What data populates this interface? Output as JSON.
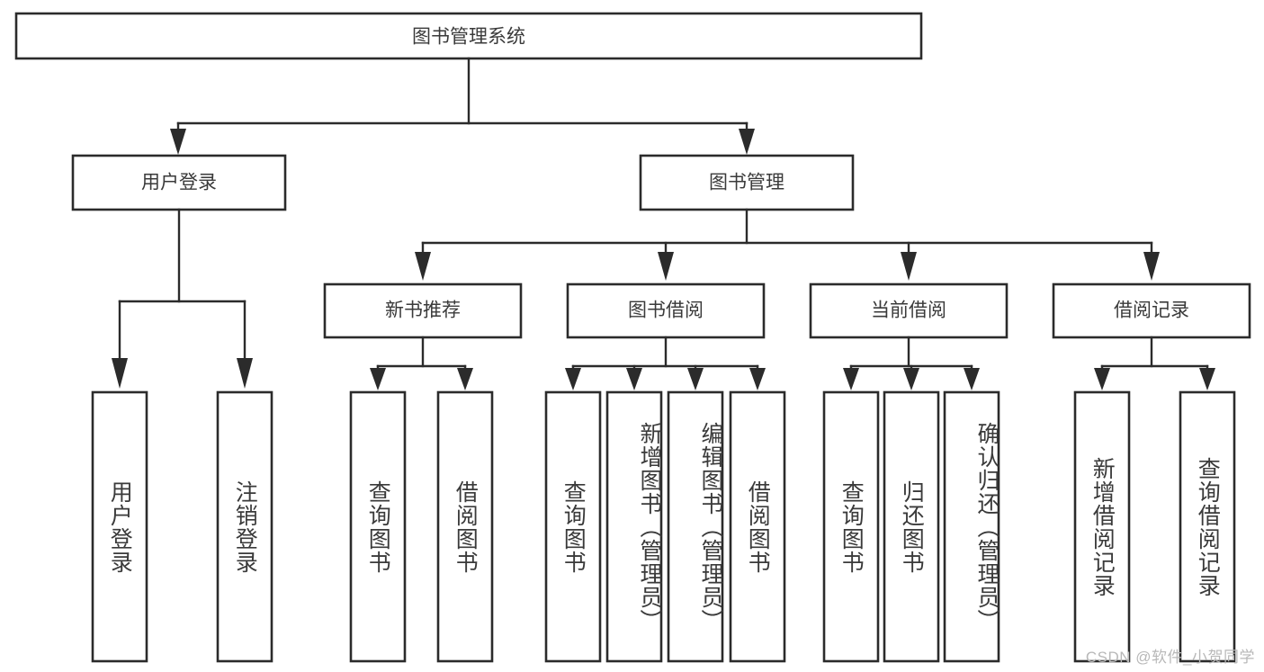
{
  "diagram": {
    "title": "图书管理系统",
    "type": "tree-hierarchy-diagram",
    "root": {
      "label": "图书管理系统"
    },
    "level2": [
      {
        "label": "用户登录"
      },
      {
        "label": "图书管理"
      }
    ],
    "level3": [
      {
        "label": "新书推荐"
      },
      {
        "label": "图书借阅"
      },
      {
        "label": "当前借阅"
      },
      {
        "label": "借阅记录"
      }
    ],
    "leaves": {
      "user_login": [
        {
          "label": "用户登录"
        },
        {
          "label": "注销登录"
        }
      ],
      "new_book_recommend": [
        {
          "label": "查询图书"
        },
        {
          "label": "借阅图书"
        }
      ],
      "book_borrow": [
        {
          "label": "查询图书"
        },
        {
          "label": "新增图书（管理员）"
        },
        {
          "label": "编辑图书（管理员）"
        },
        {
          "label": "借阅图书"
        }
      ],
      "current_borrow": [
        {
          "label": "查询图书"
        },
        {
          "label": "归还图书"
        },
        {
          "label": "确认归还（管理员）"
        }
      ],
      "borrow_record": [
        {
          "label": "新增借阅记录"
        },
        {
          "label": "查询借阅记录"
        }
      ]
    }
  },
  "watermark": {
    "text": "CSDN @软件_小贺同学"
  },
  "colors": {
    "stroke": "#2b2b2b",
    "box_fill": "#ffffff",
    "text": "#3a3a3a",
    "watermark": "#b8b8b8",
    "background": "#ffffff"
  }
}
